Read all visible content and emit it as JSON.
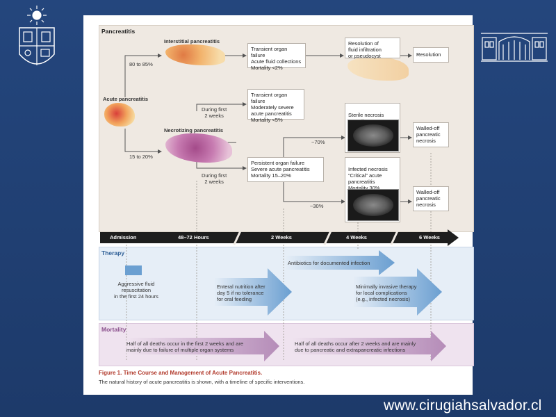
{
  "footer": {
    "url": "www.cirugiahsalvador.cl"
  },
  "figure": {
    "section_pancreatitis": "Pancreatitis",
    "section_therapy": "Therapy",
    "section_mortality": "Mortality",
    "nodes": {
      "acute": "Acute pancreatitis",
      "interstitial": "Interstitial pancreatitis",
      "necrotizing": "Necrotizing pancreatitis",
      "pct_interstitial": "80 to 85%",
      "pct_necrotizing": "15 to 20%",
      "during_first_1": "During first\n2 weeks",
      "during_first_2": "During first\n2 weeks",
      "pct_70": "~70%",
      "pct_30": "~30%"
    },
    "boxes": {
      "transient_acute": "Transient organ failure\nAcute fluid collections\nMortality <2%",
      "resolution_fluid": "Resolution of\nfluid infiltration\nor pseudocyst",
      "resolution": "Resolution",
      "transient_moderate": "Transient organ failure\nModerately severe\n   acute pancreatitis\nMortality <5%",
      "sterile": "Sterile necrosis\nMortality ~10%",
      "walled_off_1": "Walled-off\npancreatic\nnecrosis",
      "persistent": "Persistent organ failure\nSevere acute pancreatitis\nMortality 15–20%",
      "infected": "Infected necrosis\n“Critical” acute\n   pancreatitis\nMortality 30%",
      "walled_off_2": "Walled-off\npancreatic\nnecrosis"
    },
    "timeline": [
      "Admission",
      "48–72 Hours",
      "2 Weeks",
      "4 Weeks",
      "6 Weeks"
    ],
    "therapy": {
      "fluid": "Aggressive fluid\nresuscitation\nin the first 24 hours",
      "enteral": "Enteral nutrition after\nday 5 if no tolerance\nfor oral feeding",
      "antibiotics": "Antibiotics for documented infection",
      "minimally_invasive": "Minimally invasive therapy\nfor local complications\n(e.g., infected necrosis)"
    },
    "mortality": {
      "early": "Half of all deaths occur in the first 2 weeks and are\nmainly due to failure of multiple organ systems",
      "late": "Half of all deaths occur after 2 weeks and are mainly\ndue to pancreatic and extrapancreatic infections"
    },
    "caption_title": "Figure 1. Time Course and Management of Acute Pancreatitis.",
    "caption_body": "The natural history of acute pancreatitis is shown, with a timeline of specific interventions."
  },
  "colors": {
    "slide_background": "#1f3c6e",
    "therapy_arrow": "#8fb6dc",
    "mortality_arrow": "#c9a9cc",
    "caption_red": "#b13a2c"
  }
}
